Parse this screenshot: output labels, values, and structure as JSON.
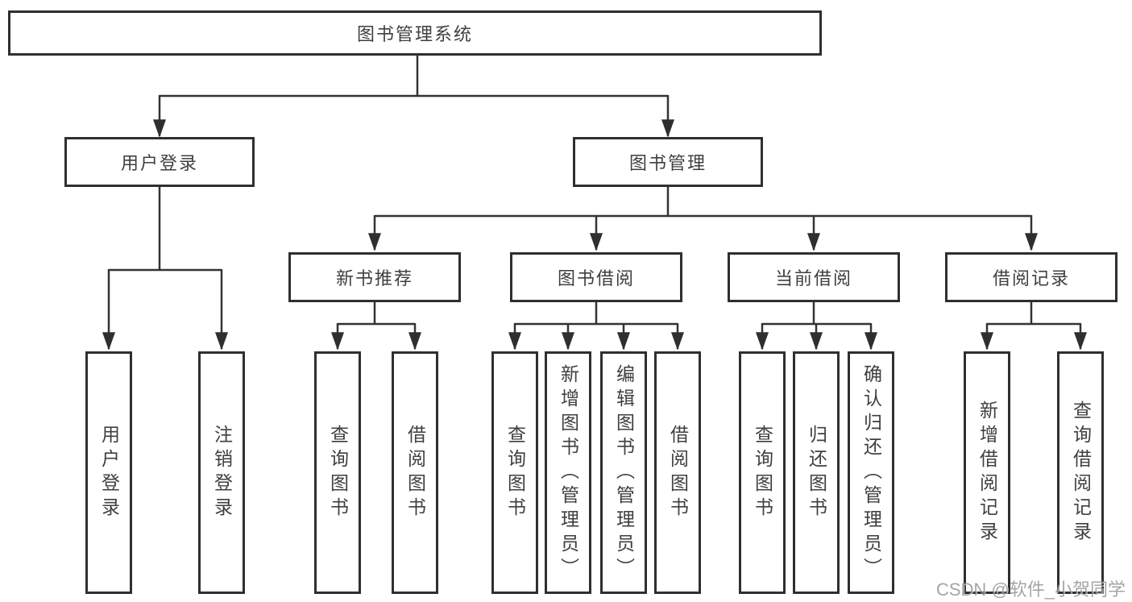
{
  "diagram": {
    "title_note": "library management system function structure chart",
    "root": {
      "label": "图书管理系统"
    },
    "level2": [
      {
        "label": "用户登录"
      },
      {
        "label": "图书管理"
      }
    ],
    "level3": [
      {
        "parent": "图书管理",
        "label": "新书推荐"
      },
      {
        "parent": "图书管理",
        "label": "图书借阅"
      },
      {
        "parent": "图书管理",
        "label": "当前借阅"
      },
      {
        "parent": "图书管理",
        "label": "借阅记录"
      }
    ],
    "leaves": [
      {
        "parent": "用户登录",
        "label": "用户登录"
      },
      {
        "parent": "用户登录",
        "label": "注销登录"
      },
      {
        "parent": "新书推荐",
        "label": "查询图书"
      },
      {
        "parent": "新书推荐",
        "label": "借阅图书"
      },
      {
        "parent": "图书借阅",
        "label": "查询图书"
      },
      {
        "parent": "图书借阅",
        "label": "新增图书（管理员）"
      },
      {
        "parent": "图书借阅",
        "label": "编辑图书（管理员）"
      },
      {
        "parent": "图书借阅",
        "label": "借阅图书"
      },
      {
        "parent": "当前借阅",
        "label": "查询图书"
      },
      {
        "parent": "当前借阅",
        "label": "归还图书"
      },
      {
        "parent": "当前借阅",
        "label": "确认归还（管理员）"
      },
      {
        "parent": "借阅记录",
        "label": "新增借阅记录"
      },
      {
        "parent": "借阅记录",
        "label": "查询借阅记录"
      }
    ],
    "colors": {
      "line": "#333333",
      "box_border": "#2f2f2f",
      "text": "#3f3f3f",
      "background": "#ffffff",
      "watermark": "#8f8f8f"
    }
  },
  "watermark": {
    "text": "CSDN @软件_小贺同学"
  }
}
